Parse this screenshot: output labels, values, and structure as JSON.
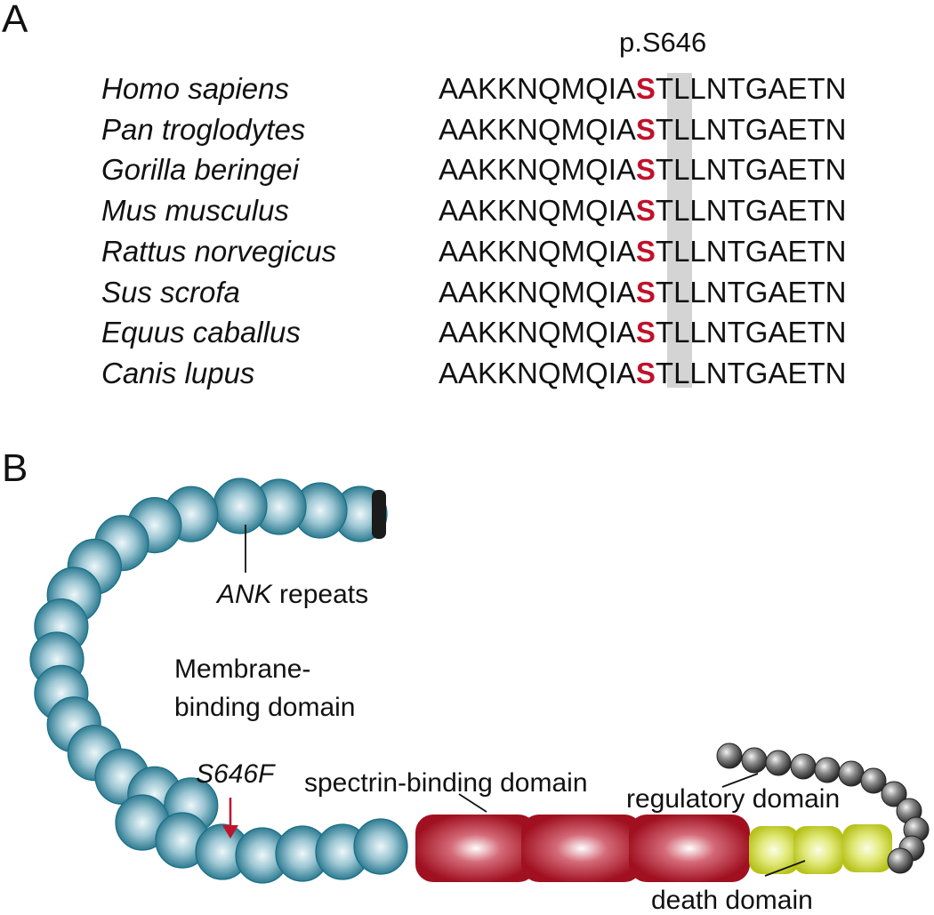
{
  "panel_a": {
    "letter": "A",
    "site_label": "p.S646",
    "rows": [
      {
        "species": "Homo sapiens",
        "pre": "AAKKNQMQIA",
        "residue": "S",
        "post": "TLLNTGAETN"
      },
      {
        "species": "Pan troglodytes",
        "pre": "AAKKNQMQIA",
        "residue": "S",
        "post": "TLLNTGAETN"
      },
      {
        "species": "Gorilla beringei",
        "pre": "AAKKNQMQIA",
        "residue": "S",
        "post": "TLLNTGAETN"
      },
      {
        "species": "Mus musculus",
        "pre": "AAKKNQMQIA",
        "residue": "S",
        "post": "TLLNTGAETN"
      },
      {
        "species": "Rattus norvegicus",
        "pre": "AAKKNQMQIA",
        "residue": "S",
        "post": "TLLNTGAETN"
      },
      {
        "species": "Sus scrofa",
        "pre": "AAKKNQMQIA",
        "residue": "S",
        "post": "TLLNTGAETN"
      },
      {
        "species": "Equus caballus",
        "pre": "AAKKNQMQIA",
        "residue": "S",
        "post": "TLLNTGAETN"
      },
      {
        "species": "Canis lupus",
        "pre": "AAKKNQMQIA",
        "residue": "S",
        "post": "TLLNTGAETN"
      }
    ]
  },
  "panel_b": {
    "letter": "B",
    "ank_label_italic": "ANK",
    "ank_label_rest": " repeats",
    "membrane_line1": "Membrane-",
    "membrane_line2": "binding domain",
    "mutation_label": "S646F",
    "spectrin_label": "spectrin-binding domain",
    "regulatory_label": "regulatory domain",
    "death_label": "death domain"
  },
  "colors": {
    "ank_repeat": "#1a6e86",
    "spectrin_domain": "#a01020",
    "death_domain": "#c6d21a",
    "regulatory_domain": "#4a4a4a",
    "highlight_residue": "#c0122b",
    "highlight_column": "#d4d4d4",
    "arrow": "#c0122b"
  }
}
